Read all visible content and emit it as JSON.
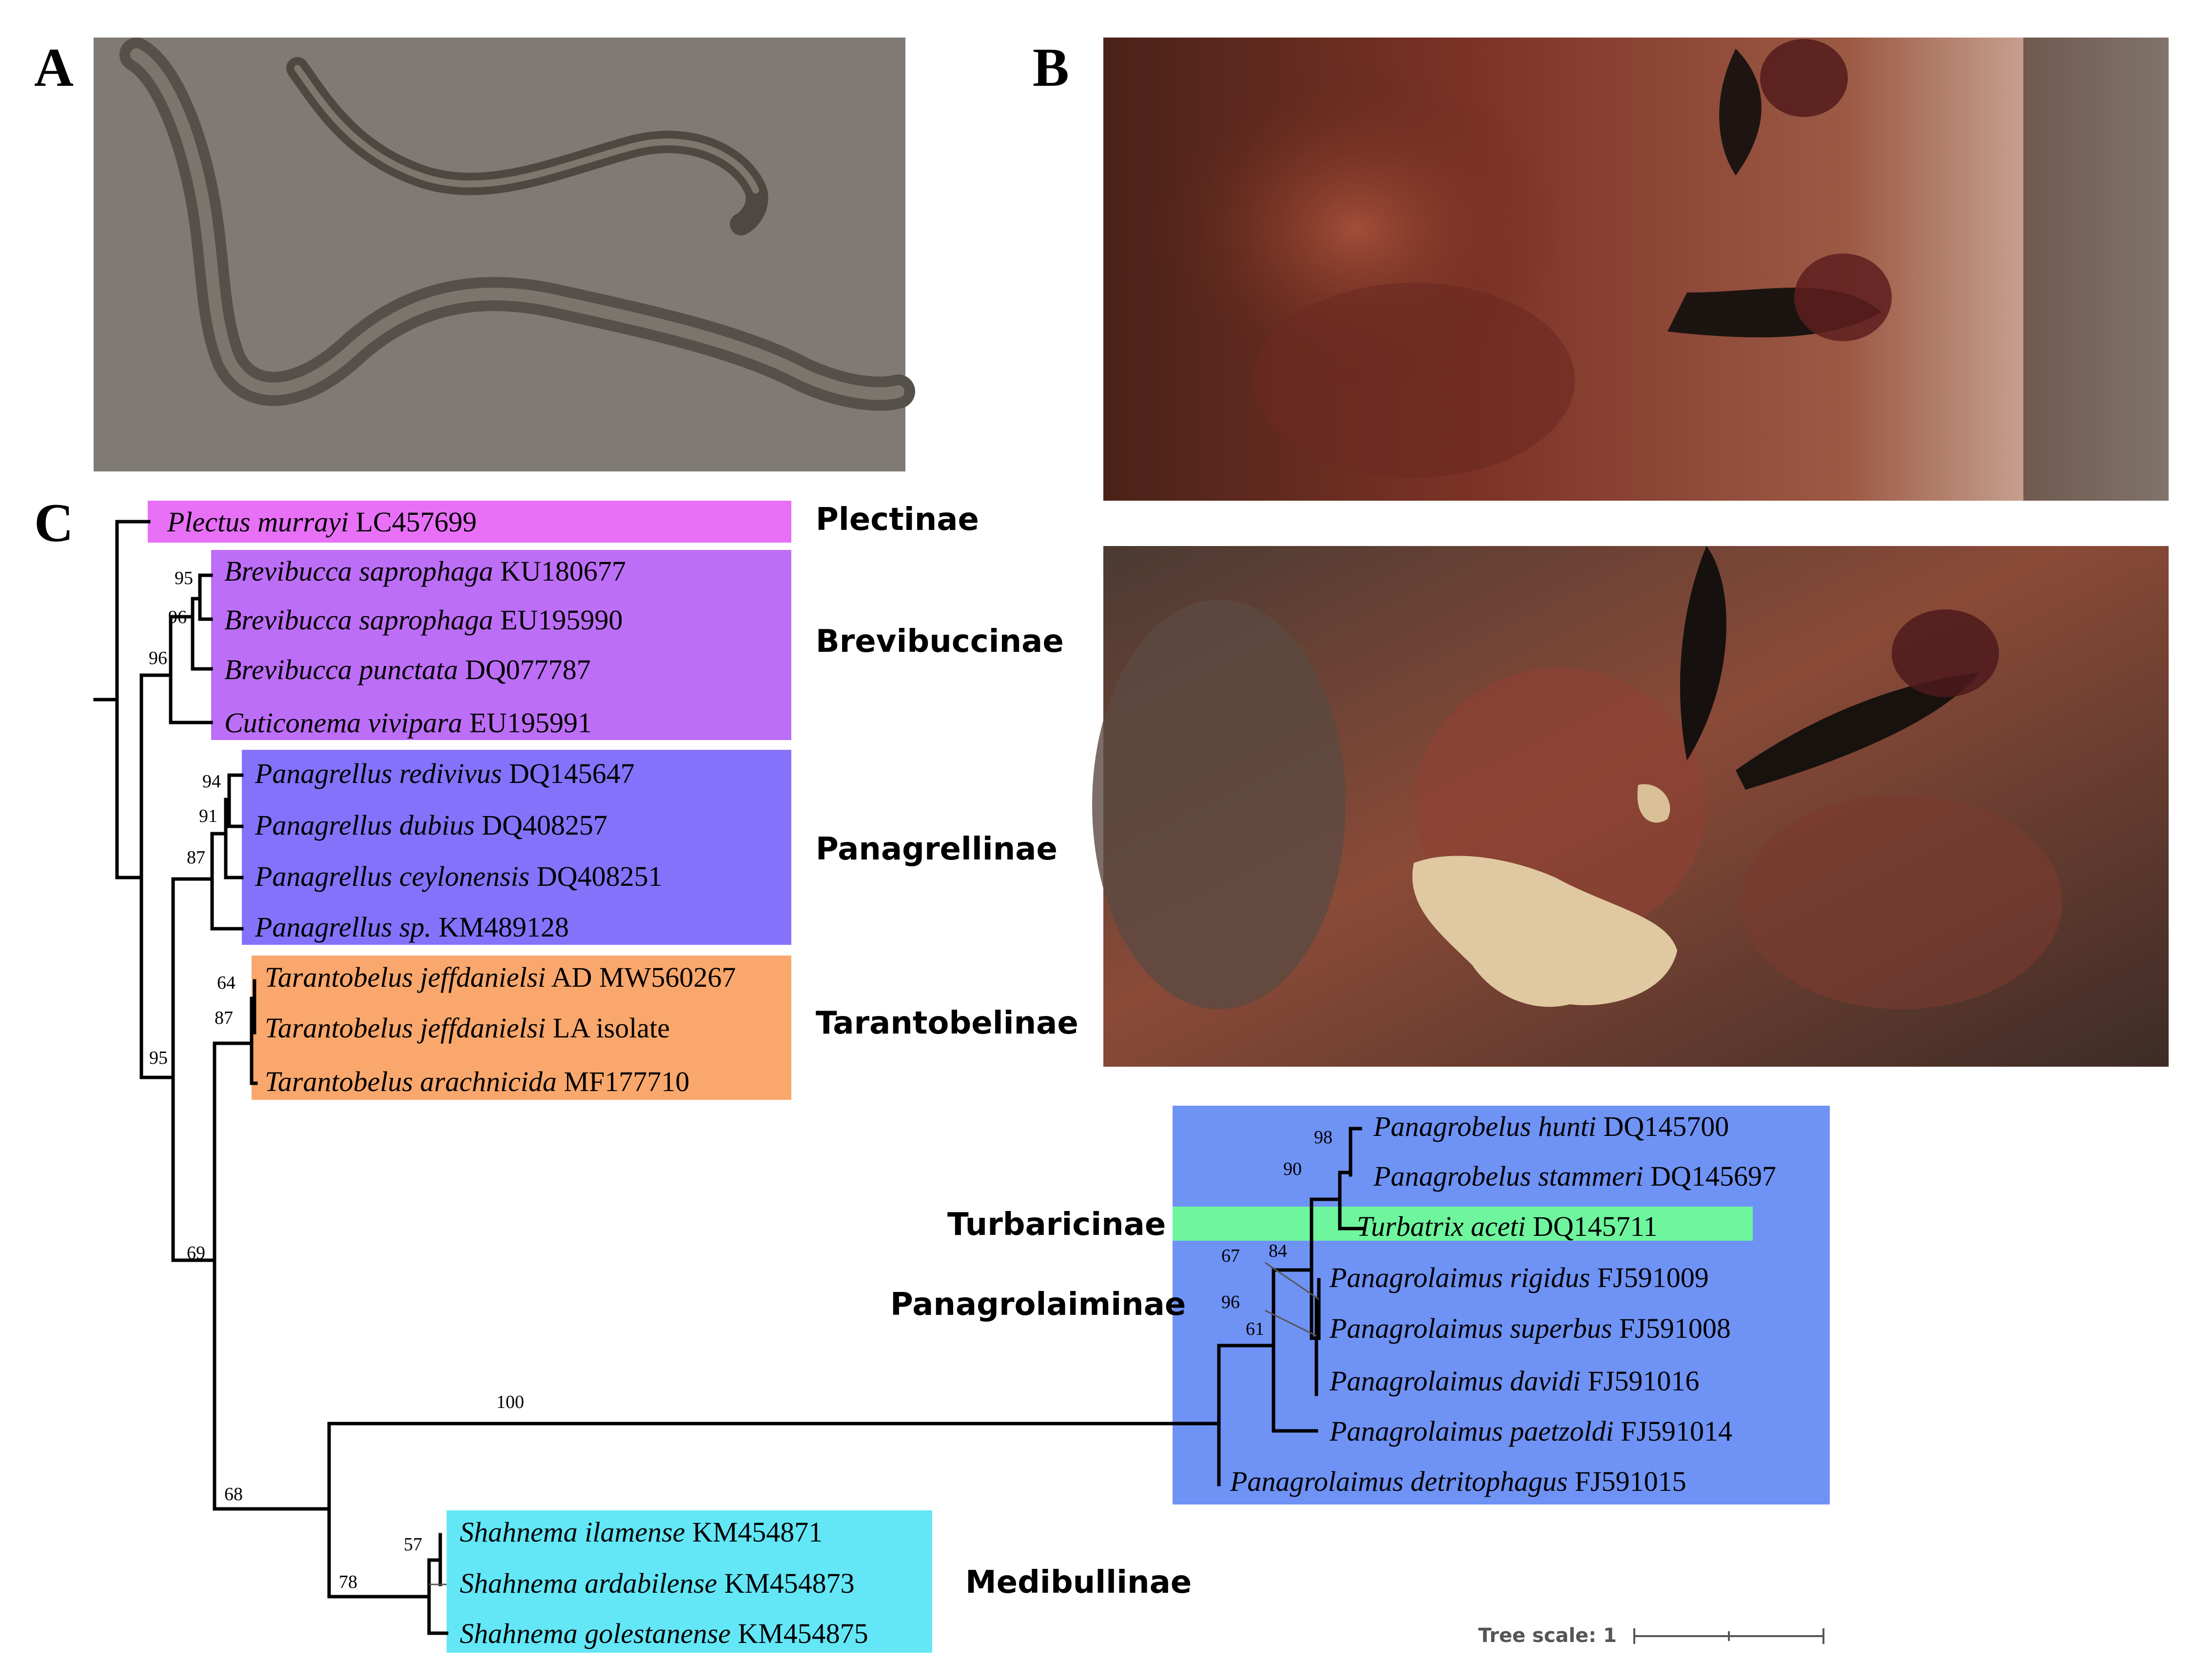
{
  "panels": {
    "a": {
      "label": "A"
    },
    "b": {
      "label": "B"
    },
    "c": {
      "label": "C"
    }
  },
  "colors": {
    "photo_a_bg": "#7f7b74",
    "plectinae": "#e770f7",
    "brevibuccinae": "#bd6ef7",
    "panagrellinae": "#8572fb",
    "tarantobelinae": "#f9a76c",
    "panagrolaiminae": "#6f92f5",
    "turbaricinae": "#6ef59d",
    "medibullinae": "#63e7f7"
  },
  "clades": [
    {
      "id": "plectinae",
      "name": "Plectinae"
    },
    {
      "id": "brevibuccinae",
      "name": "Brevibuccinae"
    },
    {
      "id": "panagrellinae",
      "name": "Panagrellinae"
    },
    {
      "id": "tarantobelinae",
      "name": "Tarantobelinae"
    },
    {
      "id": "turbaricinae",
      "name": "Turbaricinae"
    },
    {
      "id": "panagrolaiminae",
      "name": "Panagrolaiminae"
    },
    {
      "id": "medibullinae",
      "name": "Medibullinae"
    }
  ],
  "taxa": [
    {
      "id": "t1",
      "genus": "Plectus murrayi",
      "rest": "LC457699"
    },
    {
      "id": "t2",
      "genus": "Brevibucca saprophaga",
      "rest": "KU180677"
    },
    {
      "id": "t3",
      "genus": "Brevibucca saprophaga",
      "rest": "EU195990"
    },
    {
      "id": "t4",
      "genus": "Brevibucca punctata",
      "rest": "DQ077787"
    },
    {
      "id": "t5",
      "genus": "Cuticonema vivipara",
      "rest": "EU195991"
    },
    {
      "id": "t6",
      "genus": "Panagrellus redivivus",
      "rest": "DQ145647"
    },
    {
      "id": "t7",
      "genus": "Panagrellus dubius",
      "rest": "DQ408257"
    },
    {
      "id": "t8",
      "genus": "Panagrellus ceylonensis",
      "rest": "DQ408251"
    },
    {
      "id": "t9",
      "genus": "Panagrellus sp.",
      "rest": "KM489128"
    },
    {
      "id": "t10",
      "genus": "Tarantobelus jeffdanielsi",
      "rest": "AD MW560267"
    },
    {
      "id": "t11",
      "genus": "Tarantobelus jeffdanielsi",
      "rest": "LA isolate"
    },
    {
      "id": "t12",
      "genus": "Tarantobelus arachnicida",
      "rest": "MF177710"
    },
    {
      "id": "t13",
      "genus": "Panagrobelus hunti",
      "rest": "DQ145700"
    },
    {
      "id": "t14",
      "genus": "Panagrobelus stammeri",
      "rest": "DQ145697"
    },
    {
      "id": "t15",
      "genus": "Turbatrix aceti",
      "rest": "DQ145711"
    },
    {
      "id": "t16",
      "genus": "Panagrolaimus rigidus",
      "rest": "FJ591009"
    },
    {
      "id": "t17",
      "genus": "Panagrolaimus superbus",
      "rest": "FJ591008"
    },
    {
      "id": "t18",
      "genus": "Panagrolaimus davidi",
      "rest": "FJ591016"
    },
    {
      "id": "t19",
      "genus": "Panagrolaimus paetzoldi",
      "rest": "FJ591014"
    },
    {
      "id": "t20",
      "genus": "Panagrolaimus detritophagus",
      "rest": "FJ591015"
    },
    {
      "id": "t21",
      "genus": "Shahnema ilamense",
      "rest": "KM454871"
    },
    {
      "id": "t22",
      "genus": "Shahnema ardabilense",
      "rest": "KM454873"
    },
    {
      "id": "t23",
      "genus": "Shahnema golestanense",
      "rest": "KM454875"
    }
  ],
  "support": [
    "95",
    "96",
    "96",
    "94",
    "91",
    "87",
    "64",
    "87",
    "95",
    "69",
    "98",
    "90",
    "67",
    "84",
    "96",
    "61",
    "100",
    "68",
    "57",
    "78"
  ],
  "scale": {
    "label": "Tree scale: 1"
  }
}
